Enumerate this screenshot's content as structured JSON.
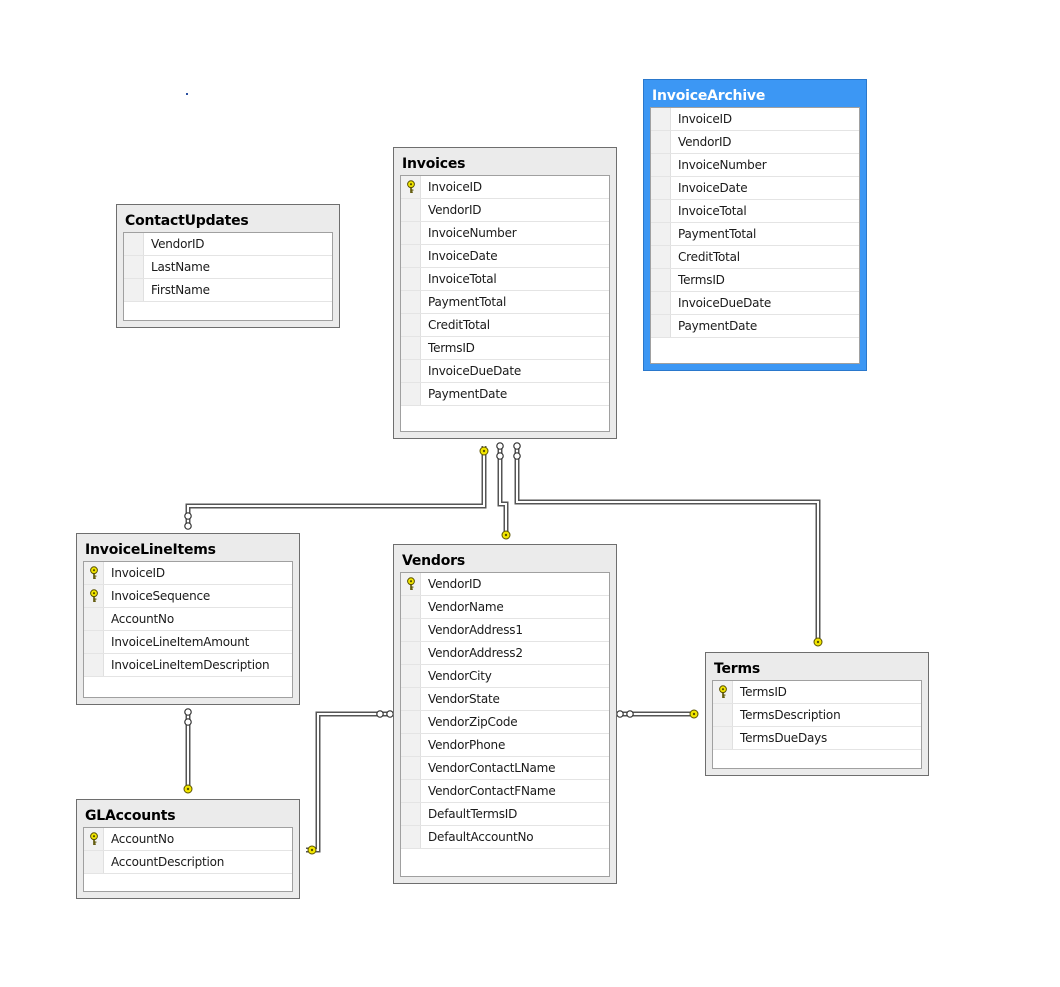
{
  "diagram": {
    "tables": [
      {
        "id": "contact-updates",
        "title": "ContactUpdates",
        "selected": false,
        "columns": [
          {
            "name": "VendorID",
            "key": false
          },
          {
            "name": "LastName",
            "key": false
          },
          {
            "name": "FirstName",
            "key": false
          }
        ]
      },
      {
        "id": "invoices",
        "title": "Invoices",
        "selected": false,
        "columns": [
          {
            "name": "InvoiceID",
            "key": true
          },
          {
            "name": "VendorID",
            "key": false
          },
          {
            "name": "InvoiceNumber",
            "key": false
          },
          {
            "name": "InvoiceDate",
            "key": false
          },
          {
            "name": "InvoiceTotal",
            "key": false
          },
          {
            "name": "PaymentTotal",
            "key": false
          },
          {
            "name": "CreditTotal",
            "key": false
          },
          {
            "name": "TermsID",
            "key": false
          },
          {
            "name": "InvoiceDueDate",
            "key": false
          },
          {
            "name": "PaymentDate",
            "key": false
          }
        ]
      },
      {
        "id": "invoice-archive",
        "title": "InvoiceArchive",
        "selected": true,
        "columns": [
          {
            "name": "InvoiceID",
            "key": false
          },
          {
            "name": "VendorID",
            "key": false
          },
          {
            "name": "InvoiceNumber",
            "key": false
          },
          {
            "name": "InvoiceDate",
            "key": false
          },
          {
            "name": "InvoiceTotal",
            "key": false
          },
          {
            "name": "PaymentTotal",
            "key": false
          },
          {
            "name": "CreditTotal",
            "key": false
          },
          {
            "name": "TermsID",
            "key": false
          },
          {
            "name": "InvoiceDueDate",
            "key": false
          },
          {
            "name": "PaymentDate",
            "key": false
          }
        ]
      },
      {
        "id": "invoice-line-items",
        "title": "InvoiceLineItems",
        "selected": false,
        "columns": [
          {
            "name": "InvoiceID",
            "key": true
          },
          {
            "name": "InvoiceSequence",
            "key": true
          },
          {
            "name": "AccountNo",
            "key": false
          },
          {
            "name": "InvoiceLineItemAmount",
            "key": false
          },
          {
            "name": "InvoiceLineItemDescription",
            "key": false
          }
        ]
      },
      {
        "id": "vendors",
        "title": "Vendors",
        "selected": false,
        "columns": [
          {
            "name": "VendorID",
            "key": true
          },
          {
            "name": "VendorName",
            "key": false
          },
          {
            "name": "VendorAddress1",
            "key": false
          },
          {
            "name": "VendorAddress2",
            "key": false
          },
          {
            "name": "VendorCity",
            "key": false
          },
          {
            "name": "VendorState",
            "key": false
          },
          {
            "name": "VendorZipCode",
            "key": false
          },
          {
            "name": "VendorPhone",
            "key": false
          },
          {
            "name": "VendorContactLName",
            "key": false
          },
          {
            "name": "VendorContactFName",
            "key": false
          },
          {
            "name": "DefaultTermsID",
            "key": false
          },
          {
            "name": "DefaultAccountNo",
            "key": false
          }
        ]
      },
      {
        "id": "terms",
        "title": "Terms",
        "selected": false,
        "columns": [
          {
            "name": "TermsID",
            "key": true
          },
          {
            "name": "TermsDescription",
            "key": false
          },
          {
            "name": "TermsDueDays",
            "key": false
          }
        ]
      },
      {
        "id": "gl-accounts",
        "title": "GLAccounts",
        "selected": false,
        "columns": [
          {
            "name": "AccountNo",
            "key": true
          },
          {
            "name": "AccountDescription",
            "key": false
          }
        ]
      }
    ],
    "relationships": [
      {
        "from": "invoices",
        "to": "invoice-line-items",
        "one_end": "invoices",
        "many_end": "invoice-line-items"
      },
      {
        "from": "vendors",
        "to": "invoices",
        "one_end": "vendors",
        "many_end": "invoices"
      },
      {
        "from": "terms",
        "to": "invoices",
        "one_end": "terms",
        "many_end": "invoices"
      },
      {
        "from": "gl-accounts",
        "to": "invoice-line-items",
        "one_end": "gl-accounts",
        "many_end": "invoice-line-items"
      },
      {
        "from": "gl-accounts",
        "to": "vendors",
        "one_end": "gl-accounts",
        "many_end": "vendors"
      },
      {
        "from": "terms",
        "to": "vendors",
        "one_end": "terms",
        "many_end": "vendors"
      }
    ],
    "colors": {
      "selected_header": "#3c97f4",
      "key_icon": "#f2e600",
      "table_background": "#ebebeb"
    }
  }
}
